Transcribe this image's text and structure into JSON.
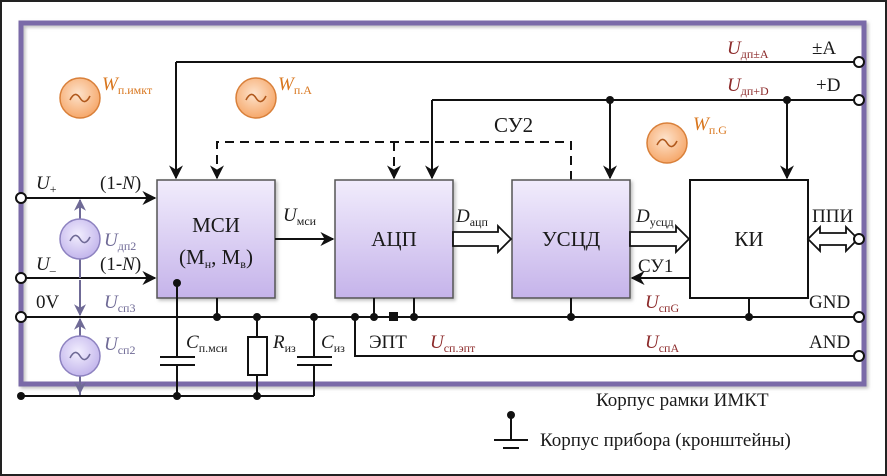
{
  "colors": {
    "frame": "#7a6aa8",
    "block_fill_top": "#efe9fb",
    "block_fill_bottom": "#c7b6ea",
    "source_orange": "#f6a86b",
    "source_purple": "#c9bdf0",
    "label_red": "#8c2a2a",
    "label_orange": "#d9771f",
    "label_purple": "#6f6a96"
  },
  "blocks": {
    "msi": {
      "line1": "МСИ",
      "line2": "(Mн, Mв)"
    },
    "adc": {
      "label": "АЦП"
    },
    "uscd": {
      "label": "УСЦД"
    },
    "ki": {
      "label": "КИ"
    }
  },
  "interference_sources": [
    {
      "symbol": "W",
      "sub": "п.имкт"
    },
    {
      "symbol": "W",
      "sub": "п.A"
    },
    {
      "symbol": "W",
      "sub": "п.G"
    }
  ],
  "rails": {
    "plus_a": {
      "label": "±A",
      "voltage": "U",
      "voltage_sub": "дп±A"
    },
    "plus_d": {
      "label": "+D",
      "voltage": "U",
      "voltage_sub": "дп+D"
    },
    "gnd": {
      "label": "GND",
      "voltage": "U",
      "voltage_sub": "спG"
    },
    "and": {
      "label": "AND",
      "voltage": "U",
      "voltage_sub": "спA"
    }
  },
  "inputs": {
    "u_plus": {
      "symbol": "U",
      "sub": "+",
      "factor": "(1-N)"
    },
    "u_minus": {
      "symbol": "U",
      "sub": "–",
      "factor": "(1-N)"
    },
    "zero_v": "0V",
    "u_dp2": {
      "symbol": "U",
      "sub": "дп2"
    },
    "u_sp3": {
      "symbol": "U",
      "sub": "сп3"
    },
    "u_sp2": {
      "symbol": "U",
      "sub": "сп2"
    }
  },
  "signals": {
    "u_msi": {
      "symbol": "U",
      "sub": "мси"
    },
    "d_adc": {
      "symbol": "D",
      "sub": "ацп"
    },
    "d_uscd": {
      "symbol": "D",
      "sub": "усцд"
    },
    "su1": "СУ1",
    "su2": "СУ2",
    "ppi": "ППИ"
  },
  "components": {
    "c_p_msi": {
      "symbol": "C",
      "sub": "п.мси"
    },
    "r_iz": {
      "symbol": "R",
      "sub": "из"
    },
    "c_iz": {
      "symbol": "C",
      "sub": "из"
    },
    "ept": "ЭПТ",
    "u_sp_ept": {
      "symbol": "U",
      "sub": "сп.эпт"
    }
  },
  "captions": {
    "frame": "Корпус рамки ИМКТ",
    "chassis": "Корпус прибора (кронштейны)"
  }
}
